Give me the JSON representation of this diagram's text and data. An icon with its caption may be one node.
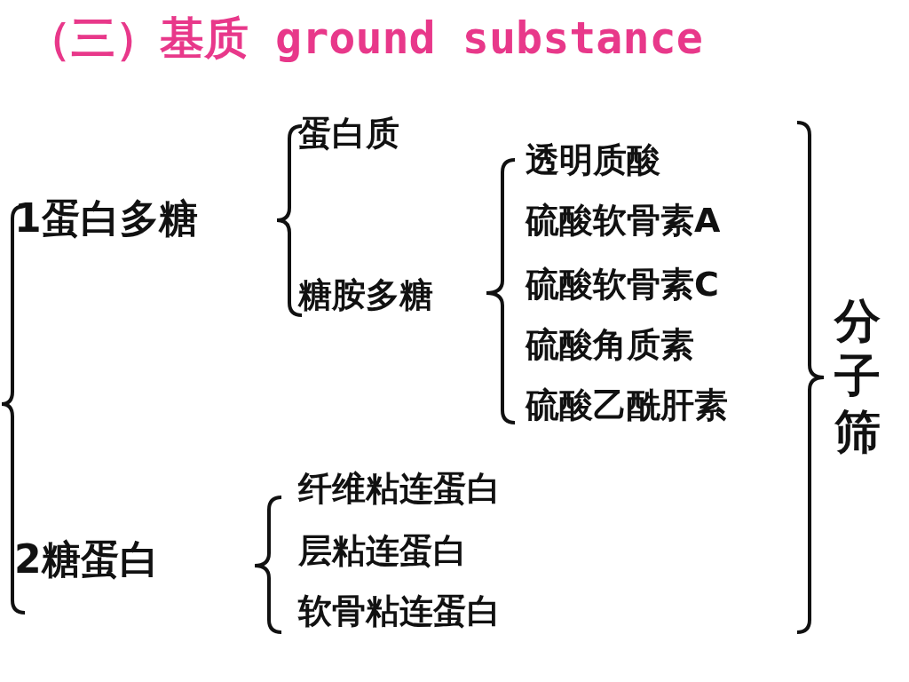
{
  "diagram": {
    "title": "（三）基质 ground substance",
    "labels": [
      "1蛋白多糖",
      "蛋白质",
      "糖胺多糖",
      "透明质酸",
      "硫酸软骨素A",
      "硫酸软骨素C",
      "硫酸角质素",
      "硫酸乙酰肝素",
      "2糖蛋白",
      "纤维粘连蛋白",
      "层粘连蛋白",
      "软骨粘连蛋白",
      "分子筛"
    ]
  }
}
